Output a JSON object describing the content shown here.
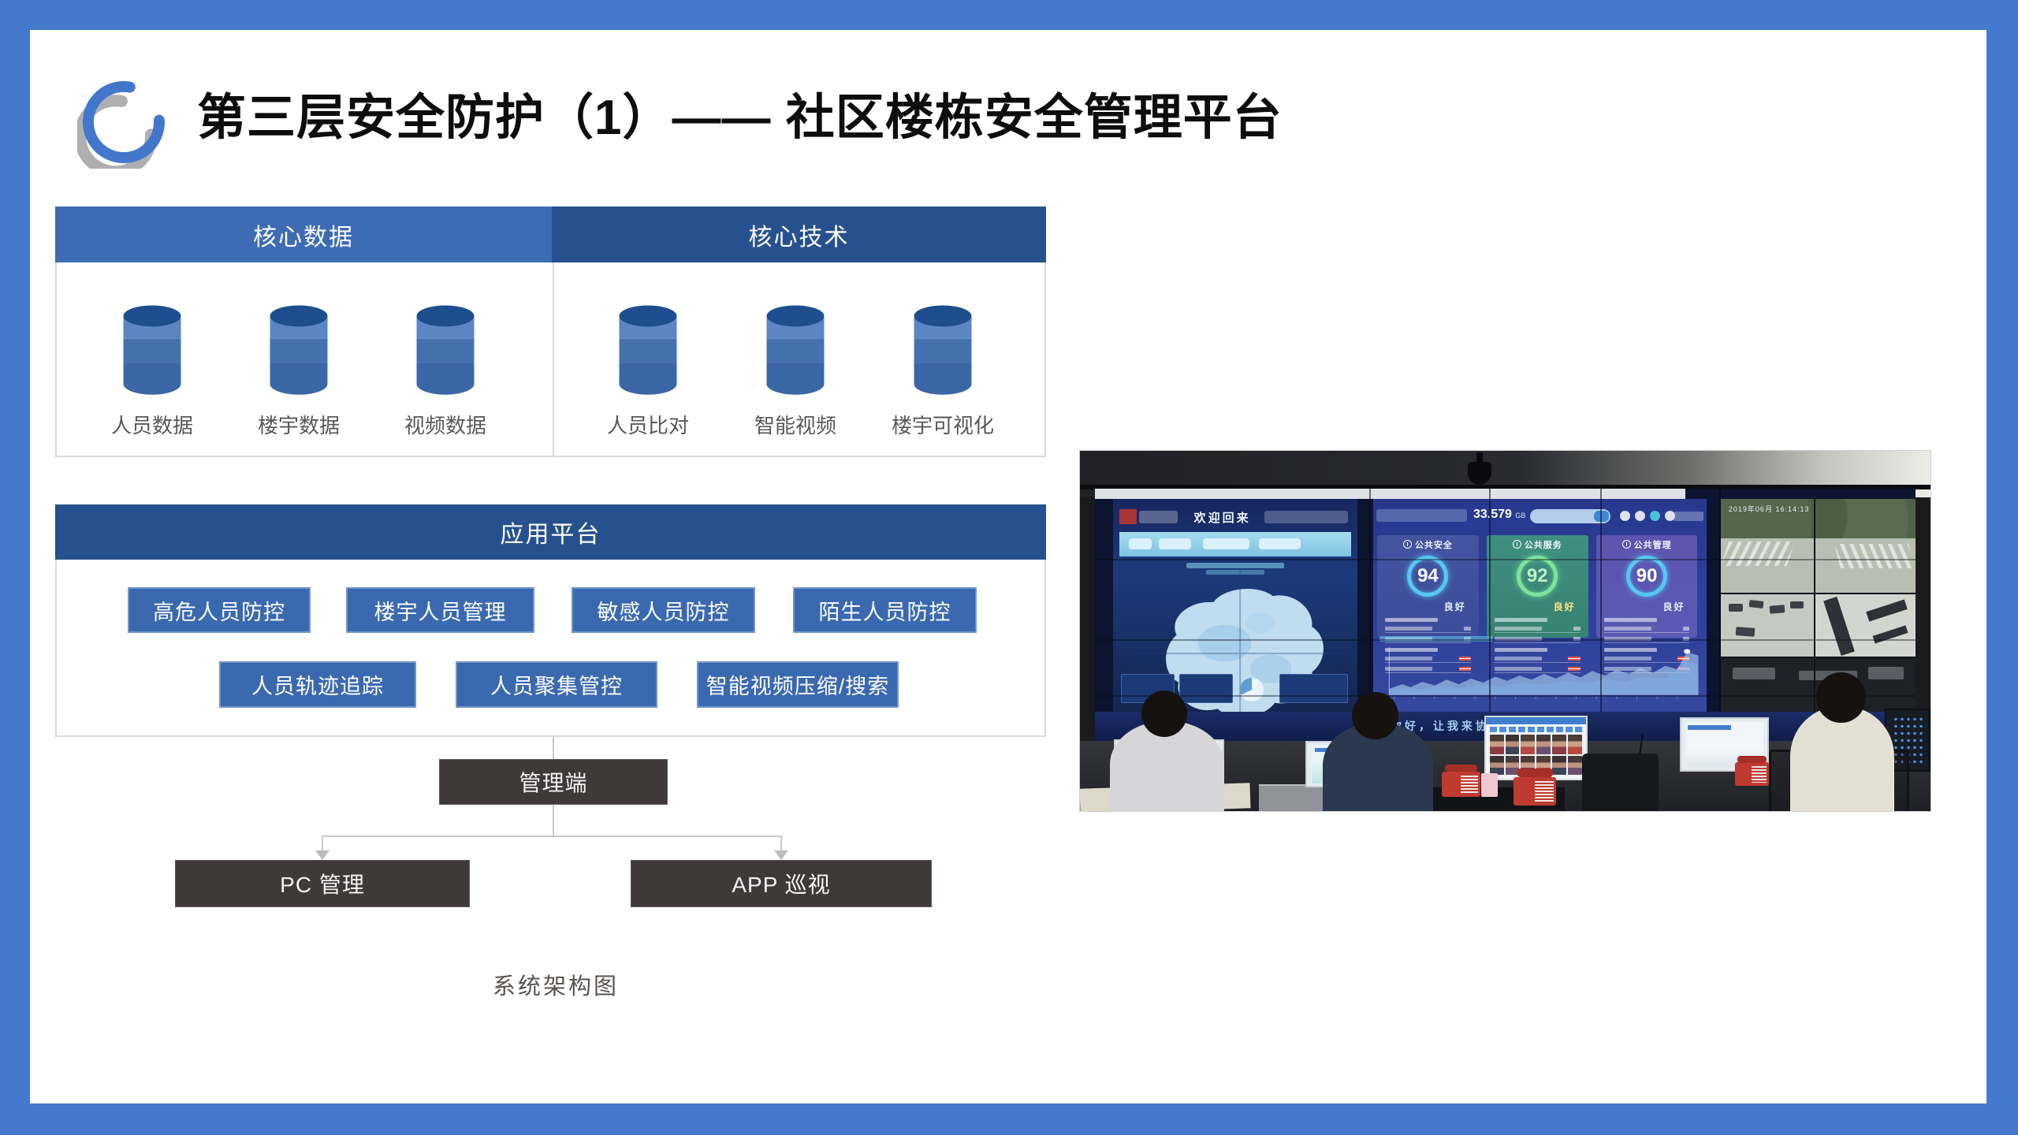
{
  "slide": {
    "title": "第三层安全防护（1）—— 社区楼栋安全管理平台",
    "caption": "系统架构图"
  },
  "colors": {
    "frame_blue": "#4579CE",
    "header_light_blue": "#3D6CB4",
    "header_dark_blue": "#27518E",
    "button_blue": "#3A69B0",
    "box_dark": "#3F3A39",
    "cylinder_blue": "#3B67A6",
    "connector_gray": "#C9C9C9"
  },
  "architecture": {
    "core_data": {
      "header": "核心数据",
      "items": [
        "人员数据",
        "楼宇数据",
        "视频数据"
      ]
    },
    "core_tech": {
      "header": "核心技术",
      "items": [
        "人员比对",
        "智能视频",
        "楼宇可视化"
      ]
    },
    "app_platform": {
      "header": "应用平台",
      "row1": [
        "高危人员防控",
        "楼宇人员管理",
        "敏感人员防控",
        "陌生人员防控"
      ],
      "row2": [
        "人员轨迹追踪",
        "人员聚集管控",
        "智能视频压缩/搜索"
      ]
    },
    "management": {
      "root": "管理端",
      "children": [
        "PC 管理",
        "APP 巡视"
      ]
    }
  },
  "photo": {
    "screen_topbar": {
      "welcome": "欢迎回来",
      "storage_value": "33.579",
      "storage_unit": "GB"
    },
    "kpi_cards": [
      {
        "title": "公共安全",
        "score": "94",
        "status": "良好"
      },
      {
        "title": "公共服务",
        "score": "92",
        "status": "良好"
      },
      {
        "title": "公共管理",
        "score": "90",
        "status": "良好"
      }
    ],
    "cctv_timestamp": "2019年06月 16:14:13",
    "banner_text": "你好，让我来协助"
  }
}
